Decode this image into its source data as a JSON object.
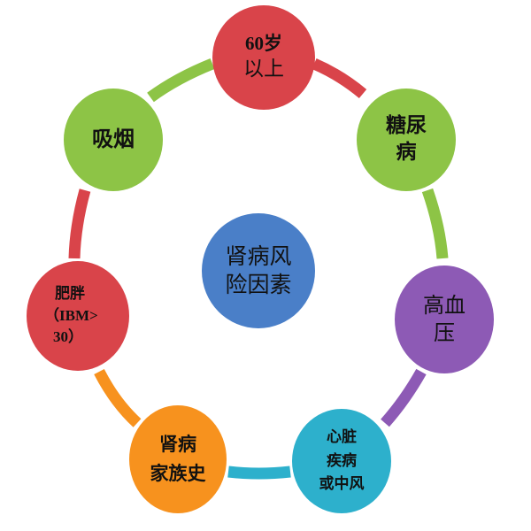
{
  "center": {
    "lines": [
      "肾病风",
      "险因素"
    ],
    "color": "#4a7fc8"
  },
  "nodes": [
    {
      "id": "age",
      "lines": [
        "60岁",
        "以上"
      ],
      "color": "#d9444a"
    },
    {
      "id": "diabetes",
      "lines": [
        "糖尿",
        "病"
      ],
      "color": "#8dc446"
    },
    {
      "id": "hypertension",
      "lines": [
        "高血",
        "压"
      ],
      "color": "#8d5ab5"
    },
    {
      "id": "heart",
      "lines": [
        "心脏",
        "疾病",
        "或中风"
      ],
      "color": "#2db0cc"
    },
    {
      "id": "family",
      "lines": [
        "肾病",
        "家族史"
      ],
      "color": "#f7921e"
    },
    {
      "id": "obesity",
      "lines": [
        "肥胖",
        "（IBM>",
        "30）"
      ],
      "color": "#d9444a"
    },
    {
      "id": "smoking",
      "lines": [
        "吸烟"
      ],
      "color": "#8dc446"
    }
  ],
  "connectors": [
    {
      "from": "smoking",
      "to": "age",
      "color": "#8dc446"
    },
    {
      "from": "age",
      "to": "diabetes",
      "color": "#d9444a"
    },
    {
      "from": "diabetes",
      "to": "hypertension",
      "color": "#8dc446"
    },
    {
      "from": "hypertension",
      "to": "heart",
      "color": "#8d5ab5"
    },
    {
      "from": "heart",
      "to": "family",
      "color": "#2db0cc"
    },
    {
      "from": "family",
      "to": "obesity",
      "color": "#f7921e"
    },
    {
      "from": "obesity",
      "to": "smoking",
      "color": "#d9444a"
    }
  ]
}
